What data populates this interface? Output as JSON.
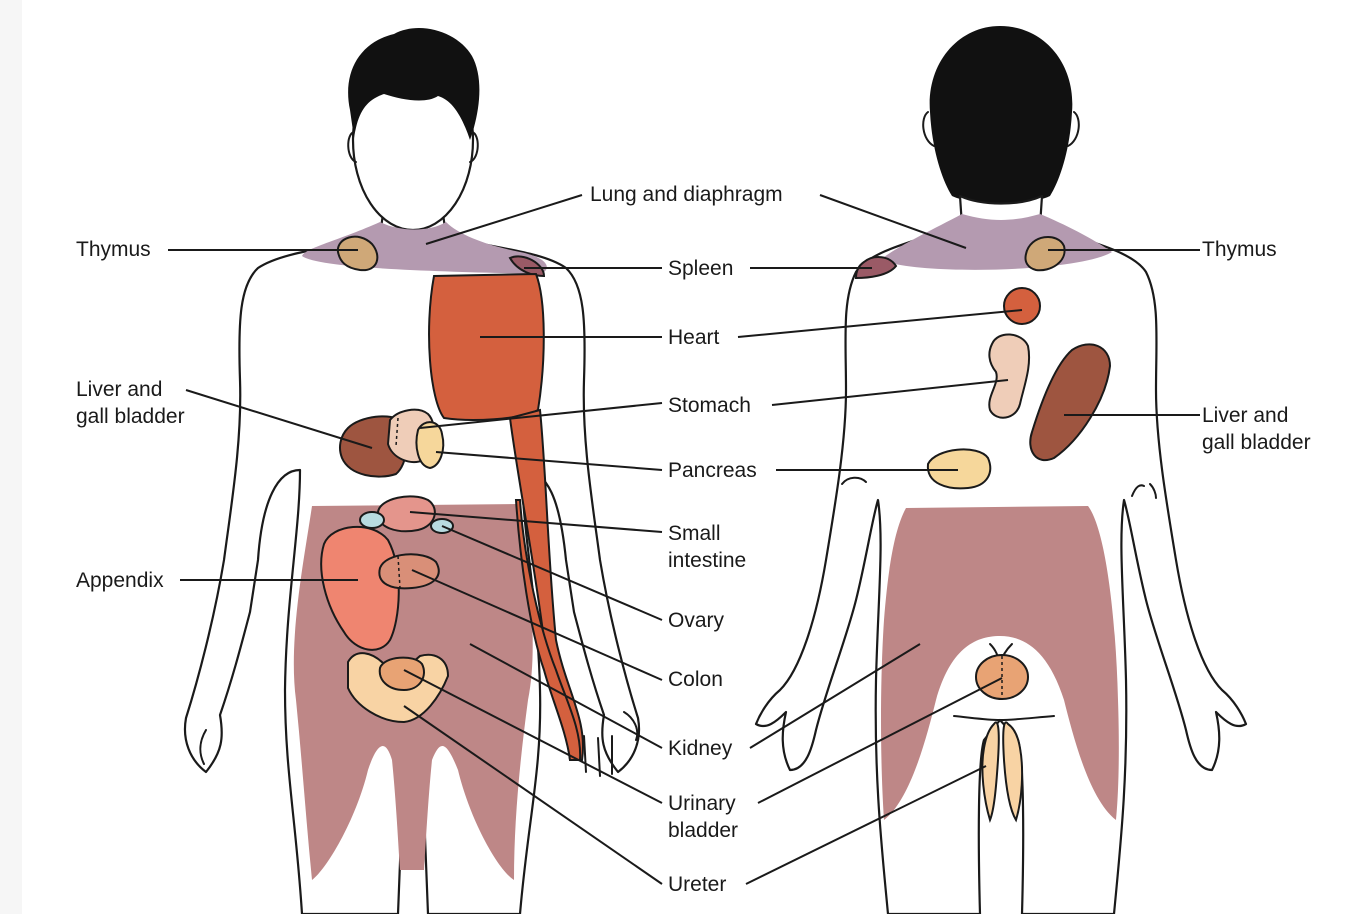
{
  "labels": {
    "thymus_left": "Thymus",
    "liver_left_line1": "Liver and",
    "liver_left_line2": "gall bladder",
    "appendix": "Appendix",
    "lung_diaphragm": "Lung and diaphragm",
    "spleen": "Spleen",
    "heart": "Heart",
    "stomach": "Stomach",
    "pancreas": "Pancreas",
    "small_intestine_line1": "Small",
    "small_intestine_line2": "intestine",
    "ovary": "Ovary",
    "colon": "Colon",
    "kidney": "Kidney",
    "urinary_bladder_line1": "Urinary",
    "urinary_bladder_line2": "bladder",
    "ureter": "Ureter",
    "thymus_right": "Thymus",
    "liver_right_line1": "Liver and",
    "liver_right_line2": "gall bladder"
  },
  "colors": {
    "hair": "#111111",
    "skin": "#ffffff",
    "lung_diaphragm": "#b49ab0",
    "thymus": "#cfa878",
    "spleen": "#9a5a66",
    "heart": "#d4603e",
    "liver": "#9e5540",
    "stomach": "#efcdb8",
    "pancreas": "#f6d79b",
    "small_intestine": "#e4958c",
    "ovary": "#b8dbe0",
    "appendix": "#ef8570",
    "colon": "#d98f78",
    "kidney": "#b98787",
    "urinary_bladder": "#e8a374",
    "ureter": "#f8d3a4"
  }
}
